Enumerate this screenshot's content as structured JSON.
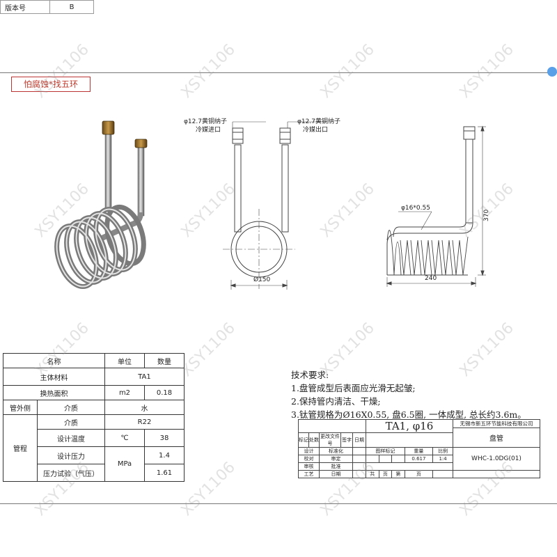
{
  "brand_badge": "怕腐蚀*找五环",
  "revision": {
    "label": "版本号",
    "value": "B"
  },
  "watermark": "XSY1106",
  "annotations": {
    "inlet_fitting": "φ12.7黄铜纳子",
    "inlet_label": "冷媒进口",
    "outlet_fitting": "φ12.7黄铜纳子",
    "outlet_label": "冷媒出口",
    "coil_diameter": "Ø150",
    "tube_spec": "φ16*0.55",
    "height": "370",
    "length": "240"
  },
  "params_table": {
    "header": {
      "name": "名称",
      "unit": "单位",
      "qty": "数量"
    },
    "rows": {
      "main_material": {
        "name": "主体材料",
        "value": "TA1"
      },
      "heat_area": {
        "name": "换热面积",
        "unit": "m2",
        "value": "0.18"
      },
      "shell_side": {
        "group": "管外侧",
        "name": "介质",
        "value": "水"
      },
      "tube_side": {
        "group": "管程",
        "medium": {
          "name": "介质",
          "value": "R22"
        },
        "temp": {
          "name": "设计温度",
          "unit": "℃",
          "value": "38"
        },
        "pressure": {
          "name": "设计压力",
          "unit": "MPa",
          "value": "1.4"
        },
        "test": {
          "name": "压力试验（气压）",
          "value": "1.61"
        }
      }
    }
  },
  "requirements": {
    "title": "技术要求:",
    "items": [
      "1.盘管成型后表面应光滑无起皱;",
      "2.保持管内清洁、干燥;",
      "3.钛管规格为Ø16X0.55, 盘6.5圈, 一体成型, 总长约3.6m。"
    ]
  },
  "title_block": {
    "material": "TA1, φ16",
    "company": "无锡市新五环节能科技有限公司",
    "part_name": "盘管",
    "drawing_no": "WHC-1.0DG(01)",
    "hdr": [
      "标记",
      "处数",
      "更改文件号",
      "签字",
      "日期"
    ],
    "design": "设计",
    "standard": "标准化",
    "stage": "图样标记",
    "weight": "重量",
    "scale": "比例",
    "check": "校对",
    "review": "审定",
    "weight_val": "0.617",
    "scale_val": "1:4",
    "audit": "审核",
    "approve": "批准",
    "process": "工艺",
    "date": "日期",
    "total": "共",
    "page": "页",
    "sheet": "第",
    "page2": "页"
  }
}
